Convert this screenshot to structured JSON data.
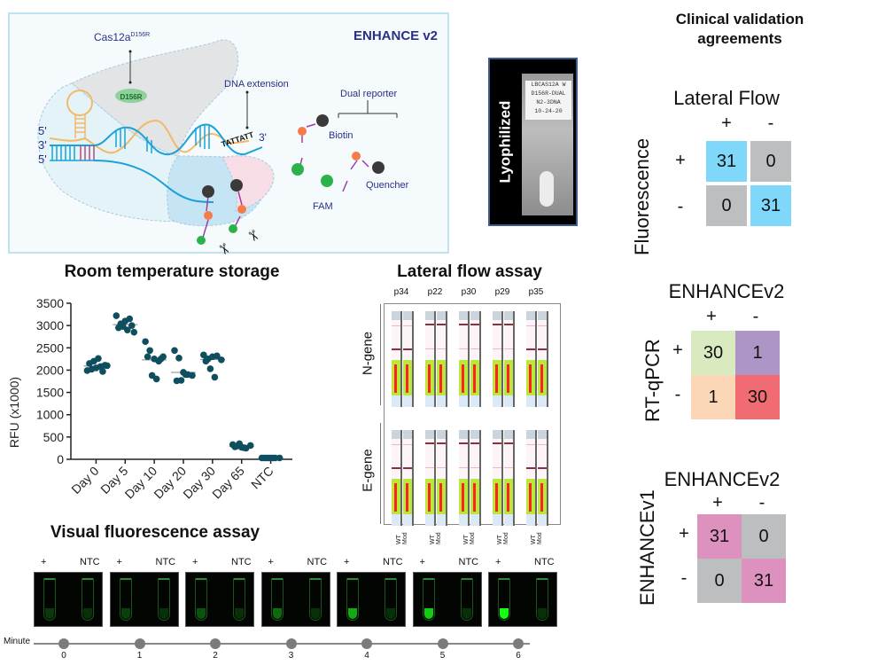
{
  "diagram": {
    "title": "ENHANCE v2",
    "cas_label": "Cas12a",
    "cas_superscript": "D156R",
    "mutation_badge": "D156R",
    "dna_extension_label": "DNA extension",
    "extension_seq": "TATTATT",
    "extension_end": "3'",
    "strand_labels": [
      "5'",
      "3'",
      "5'"
    ],
    "dual_reporter_label": "Dual reporter",
    "biotin_label": "Biotin",
    "quencher_label": "Quencher",
    "fam_label": "FAM",
    "colors": {
      "title": "#2a2f86",
      "fam": "#2db24a",
      "biotin": "#f47c4b",
      "quencher": "#3a3a3a",
      "crRNA": "#f5b866",
      "dna": "#1aa2d8",
      "linker": "#9b3fa8",
      "badge": "#8fd19a"
    }
  },
  "lyophilized": {
    "label": "Lyophilized",
    "tube_label_lines": [
      "LBCAS12A W",
      "D156R-DUAL",
      "N2-3DNA",
      "10-24-20"
    ]
  },
  "clinical": {
    "title_line1": "Clinical validation",
    "title_line2": "agreements",
    "matrices": [
      {
        "col_title": "Lateral Flow",
        "row_title": "Fluorescence",
        "col_signs": [
          "+",
          "-"
        ],
        "row_signs": [
          "+",
          "-"
        ],
        "cells": [
          [
            "31",
            "0"
          ],
          [
            "0",
            "31"
          ]
        ],
        "colors": [
          [
            "#7fd8fa",
            "#bdbec0"
          ],
          [
            "#bdbec0",
            "#7fd8fa"
          ]
        ]
      },
      {
        "col_title": "ENHANCEv2",
        "row_title": "RT-qPCR",
        "col_signs": [
          "+",
          "-"
        ],
        "row_signs": [
          "+",
          "-"
        ],
        "cells": [
          [
            "30",
            "1"
          ],
          [
            "1",
            "30"
          ]
        ],
        "colors": [
          [
            "#d9e9c0",
            "#ad96c6"
          ],
          [
            "#fbd6b7",
            "#f06b72"
          ]
        ]
      },
      {
        "col_title": "ENHANCEv2",
        "row_title": "ENHANCEv1",
        "col_signs": [
          "+",
          "-"
        ],
        "row_signs": [
          "+",
          "-"
        ],
        "cells": [
          [
            "31",
            "0"
          ],
          [
            "0",
            "31"
          ]
        ],
        "colors": [
          [
            "#dc91bf",
            "#bdbec0"
          ],
          [
            "#bdbec0",
            "#dc91bf"
          ]
        ]
      }
    ]
  },
  "chart_data": {
    "type": "scatter",
    "title": "Room temperature storage",
    "xlabel": "",
    "ylabel": "RFU (x1000)",
    "ylim": [
      0,
      3500
    ],
    "yticks": [
      0,
      500,
      1000,
      1500,
      2000,
      2500,
      3000,
      3500
    ],
    "categories": [
      "Day 0",
      "Day 5",
      "Day 10",
      "Day 20",
      "Day 30",
      "Day 65",
      "NTC"
    ],
    "marker_color": "#0e4e5e",
    "series": [
      {
        "name": "Day 0",
        "values": [
          1990,
          2020,
          2050,
          2080,
          2110,
          2150,
          2200,
          2260,
          1970,
          2100
        ],
        "mean": 2090
      },
      {
        "name": "Day 5",
        "values": [
          3220,
          3040,
          3100,
          3150,
          2850,
          2950,
          2980,
          2900,
          3000
        ],
        "mean": 3020
      },
      {
        "name": "Day 10",
        "values": [
          2640,
          2440,
          2250,
          2200,
          2300,
          2300,
          1880,
          1800,
          2250
        ],
        "mean": 2230
      },
      {
        "name": "Day 20",
        "values": [
          2440,
          2270,
          1950,
          1900,
          1880,
          1760,
          1770,
          1900
        ],
        "mean": 1950
      },
      {
        "name": "Day 30",
        "values": [
          2340,
          2250,
          2300,
          2320,
          2230,
          2200,
          2030,
          1840
        ],
        "mean": 2240
      },
      {
        "name": "Day 65",
        "values": [
          330,
          300,
          270,
          250,
          310,
          280,
          350,
          260
        ],
        "mean": 290
      },
      {
        "name": "NTC",
        "values": [
          30,
          30,
          30,
          30,
          30,
          30,
          30,
          30
        ],
        "mean": 30
      }
    ],
    "grid": false
  },
  "lateral_flow": {
    "title": "Lateral flow assay",
    "patients": [
      "p34",
      "p22",
      "p30",
      "p29",
      "p35"
    ],
    "genes": [
      "N-gene",
      "E-gene"
    ],
    "strip_labels": [
      "WT",
      "Mod"
    ],
    "test_line_strong": {
      "N-gene": [
        true,
        false,
        false,
        false,
        true
      ],
      "E-gene": [
        true,
        false,
        false,
        false,
        true
      ]
    }
  },
  "fluorescence": {
    "title": "Visual fluorescence assay",
    "pos_label": "+",
    "ntc_label": "NTC",
    "timeline_label": "Minute",
    "minutes": [
      "0",
      "1",
      "2",
      "3",
      "4",
      "5",
      "6"
    ],
    "pos_intensity": [
      0.25,
      0.3,
      0.4,
      0.5,
      0.75,
      0.85,
      1.0
    ],
    "ntc_intensity": [
      0.2,
      0.2,
      0.2,
      0.2,
      0.2,
      0.2,
      0.2
    ]
  }
}
